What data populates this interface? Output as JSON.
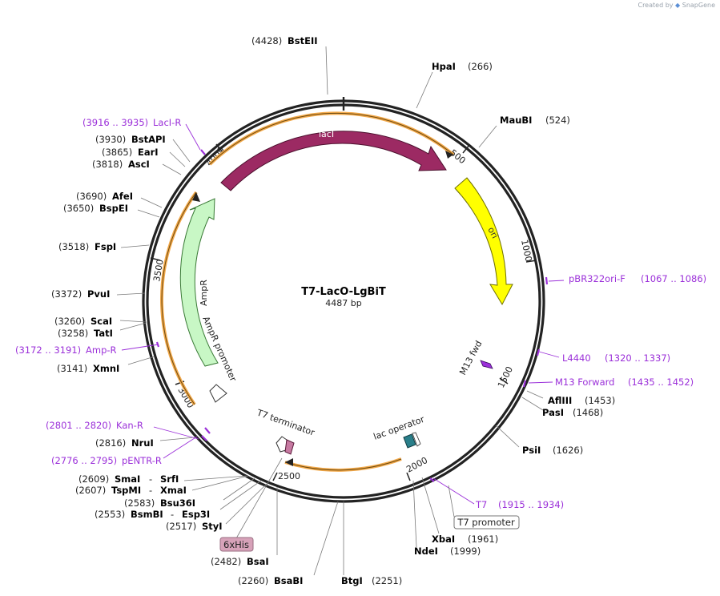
{
  "credit": {
    "prefix": "Created by",
    "brand": "SnapGene"
  },
  "plasmid": {
    "name": "T7-LacO-LgBiT",
    "size_label": "4487 bp",
    "length": 4487
  },
  "colors": {
    "backbone": "#222222",
    "site_label": "#000000",
    "primer": "#9b30d9",
    "lacI": "#9c2a63",
    "ori": "#ffff00",
    "ampR": "#c8f7c5",
    "highlight": "#f3a94a",
    "lac_operator": "#2a7f8a",
    "t7_terminator": "#c77aa2",
    "his_tag": "#d7a2b9",
    "m13": "#9b30d9"
  },
  "ticks": [
    "500",
    "1000",
    "1500",
    "2000",
    "2500",
    "3000",
    "3500",
    "4000"
  ],
  "features": [
    {
      "name": "lacI",
      "label": "lacI"
    },
    {
      "name": "ori",
      "label": "ori"
    },
    {
      "name": "AmpR",
      "label": "AmpR"
    },
    {
      "name": "AmpR promoter",
      "label": "AmpR promoter"
    },
    {
      "name": "M13 fwd",
      "label": "M13 fwd"
    },
    {
      "name": "lac operator",
      "label": "lac operator"
    },
    {
      "name": "T7 terminator",
      "label": "T7 terminator"
    },
    {
      "name": "T7 promoter",
      "label": "T7 promoter"
    },
    {
      "name": "6xHis",
      "label": "6xHis"
    }
  ],
  "sites": [
    {
      "name": "BstEII",
      "pos": "(4428)"
    },
    {
      "name": "HpaI",
      "pos": "(266)"
    },
    {
      "name": "MauBI",
      "pos": "(524)"
    },
    {
      "name": "AflIII",
      "pos": "(1453)"
    },
    {
      "name": "PasI",
      "pos": "(1468)"
    },
    {
      "name": "PsiI",
      "pos": "(1626)"
    },
    {
      "name": "XbaI",
      "pos": "(1961)"
    },
    {
      "name": "NdeI",
      "pos": "(1999)"
    },
    {
      "name": "BtgI",
      "pos": "(2251)"
    },
    {
      "name": "BsaBI",
      "pos": "(2260)"
    },
    {
      "name": "BsaI",
      "pos": "(2482)"
    },
    {
      "name": "StyI",
      "pos": "(2517)"
    },
    {
      "name": "BsmBI",
      "name2": "Esp3I",
      "pos": "(2553)"
    },
    {
      "name": "Bsu36I",
      "pos": "(2583)"
    },
    {
      "name": "TspMI",
      "name2": "XmaI",
      "pos": "(2607)"
    },
    {
      "name": "SmaI",
      "name2": "SrfI",
      "pos": "(2609)"
    },
    {
      "name": "NruI",
      "pos": "(2816)"
    },
    {
      "name": "XmnI",
      "pos": "(3141)"
    },
    {
      "name": "TatI",
      "pos": "(3258)"
    },
    {
      "name": "ScaI",
      "pos": "(3260)"
    },
    {
      "name": "PvuI",
      "pos": "(3372)"
    },
    {
      "name": "FspI",
      "pos": "(3518)"
    },
    {
      "name": "BspEI",
      "pos": "(3650)"
    },
    {
      "name": "AfeI",
      "pos": "(3690)"
    },
    {
      "name": "AscI",
      "pos": "(3818)"
    },
    {
      "name": "EarI",
      "pos": "(3865)"
    },
    {
      "name": "BstAPI",
      "pos": "(3930)"
    }
  ],
  "primers": [
    {
      "name": "LacI-R",
      "range": "(3916 .. 3935)"
    },
    {
      "name": "pBR322ori-F",
      "range": "(1067 .. 1086)"
    },
    {
      "name": "L4440",
      "range": "(1320 .. 1337)"
    },
    {
      "name": "M13 Forward",
      "range": "(1435 .. 1452)"
    },
    {
      "name": "T7",
      "range": "(1915 .. 1934)"
    },
    {
      "name": "Kan-R",
      "range": "(2801 .. 2820)"
    },
    {
      "name": "pENTR-R",
      "range": "(2776 .. 2795)"
    },
    {
      "name": "Amp-R",
      "range": "(3172 .. 3191)"
    }
  ]
}
